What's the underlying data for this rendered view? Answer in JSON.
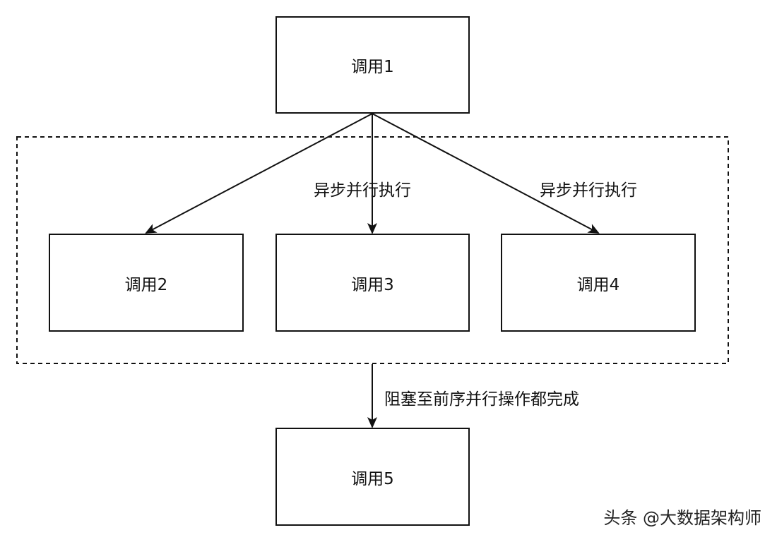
{
  "diagram": {
    "nodes": {
      "call1": "调用1",
      "call2": "调用2",
      "call3": "调用3",
      "call4": "调用4",
      "call5": "调用5"
    },
    "edge_labels": {
      "async_center": "异步并行执行",
      "async_right": "异步并行执行",
      "block": "阻塞至前序并行操作都完成"
    },
    "group": {
      "style": "dashed"
    }
  },
  "watermark": {
    "text": "头条 @大数据架构师"
  },
  "colors": {
    "stroke": "#111111",
    "background": "#ffffff"
  }
}
